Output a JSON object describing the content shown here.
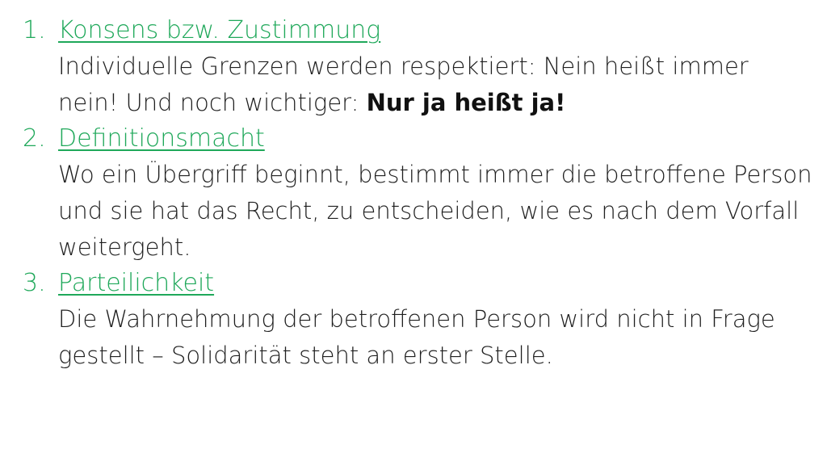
{
  "items": [
    {
      "number": "1.",
      "heading": "Konsens bzw. Zustimmung",
      "text": "Individuelle Grenzen werden respektiert: Nein heißt immer nein! Und noch wichtiger: ",
      "emphasis": "Nur ja heißt ja!"
    },
    {
      "number": "2.",
      "heading": "Definitionsmacht",
      "text": "Wo ein Übergriff beginnt, bestimmt immer die betroffene Person und sie hat das Recht, zu entscheiden, wie es nach dem Vorfall weitergeht."
    },
    {
      "number": "3.",
      "heading": "Parteilichkeit",
      "text": "Die Wahrnehmung der betroffenen Person wird nicht in Frage gestellt – Solidarität steht an erster Stelle."
    }
  ],
  "colors": {
    "heading": "#1fa85a",
    "text": "#1f1f1f"
  }
}
